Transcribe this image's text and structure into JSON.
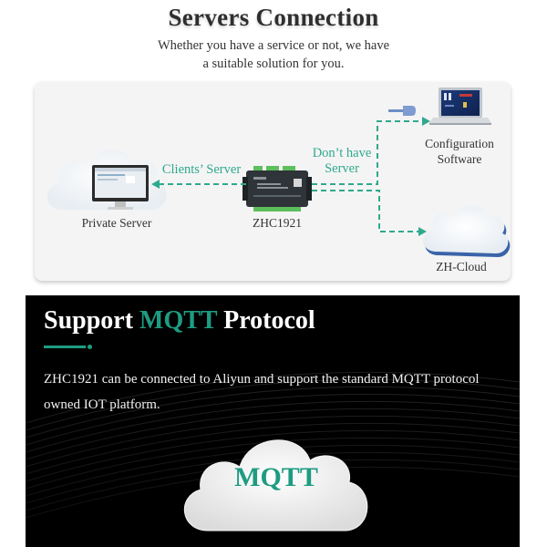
{
  "header": {
    "title": "Servers Connection",
    "subtitle_line1": "Whether you have a service or not, we have",
    "subtitle_line2": "a suitable solution for you."
  },
  "diagram": {
    "private_server_label": "Private Server",
    "device_label": "ZHC1921",
    "clients_server_label": "Clients’ Server",
    "dont_have_line1": "Don’t have",
    "dont_have_line2": "Server",
    "config_line1": "Configuration",
    "config_line2": "Software",
    "cloud_label": "ZH-Cloud",
    "accent_color": "#2fa98d"
  },
  "mqtt_section": {
    "title_prefix": "Support",
    "title_accent": "MQTT",
    "title_suffix": "Protocol",
    "description": "ZHC1921 can be connected to Aliyun and support the standard MQTT protocol owned IOT platform.",
    "cloud_text": "MQTT",
    "accent_color": "#1e9c82"
  }
}
